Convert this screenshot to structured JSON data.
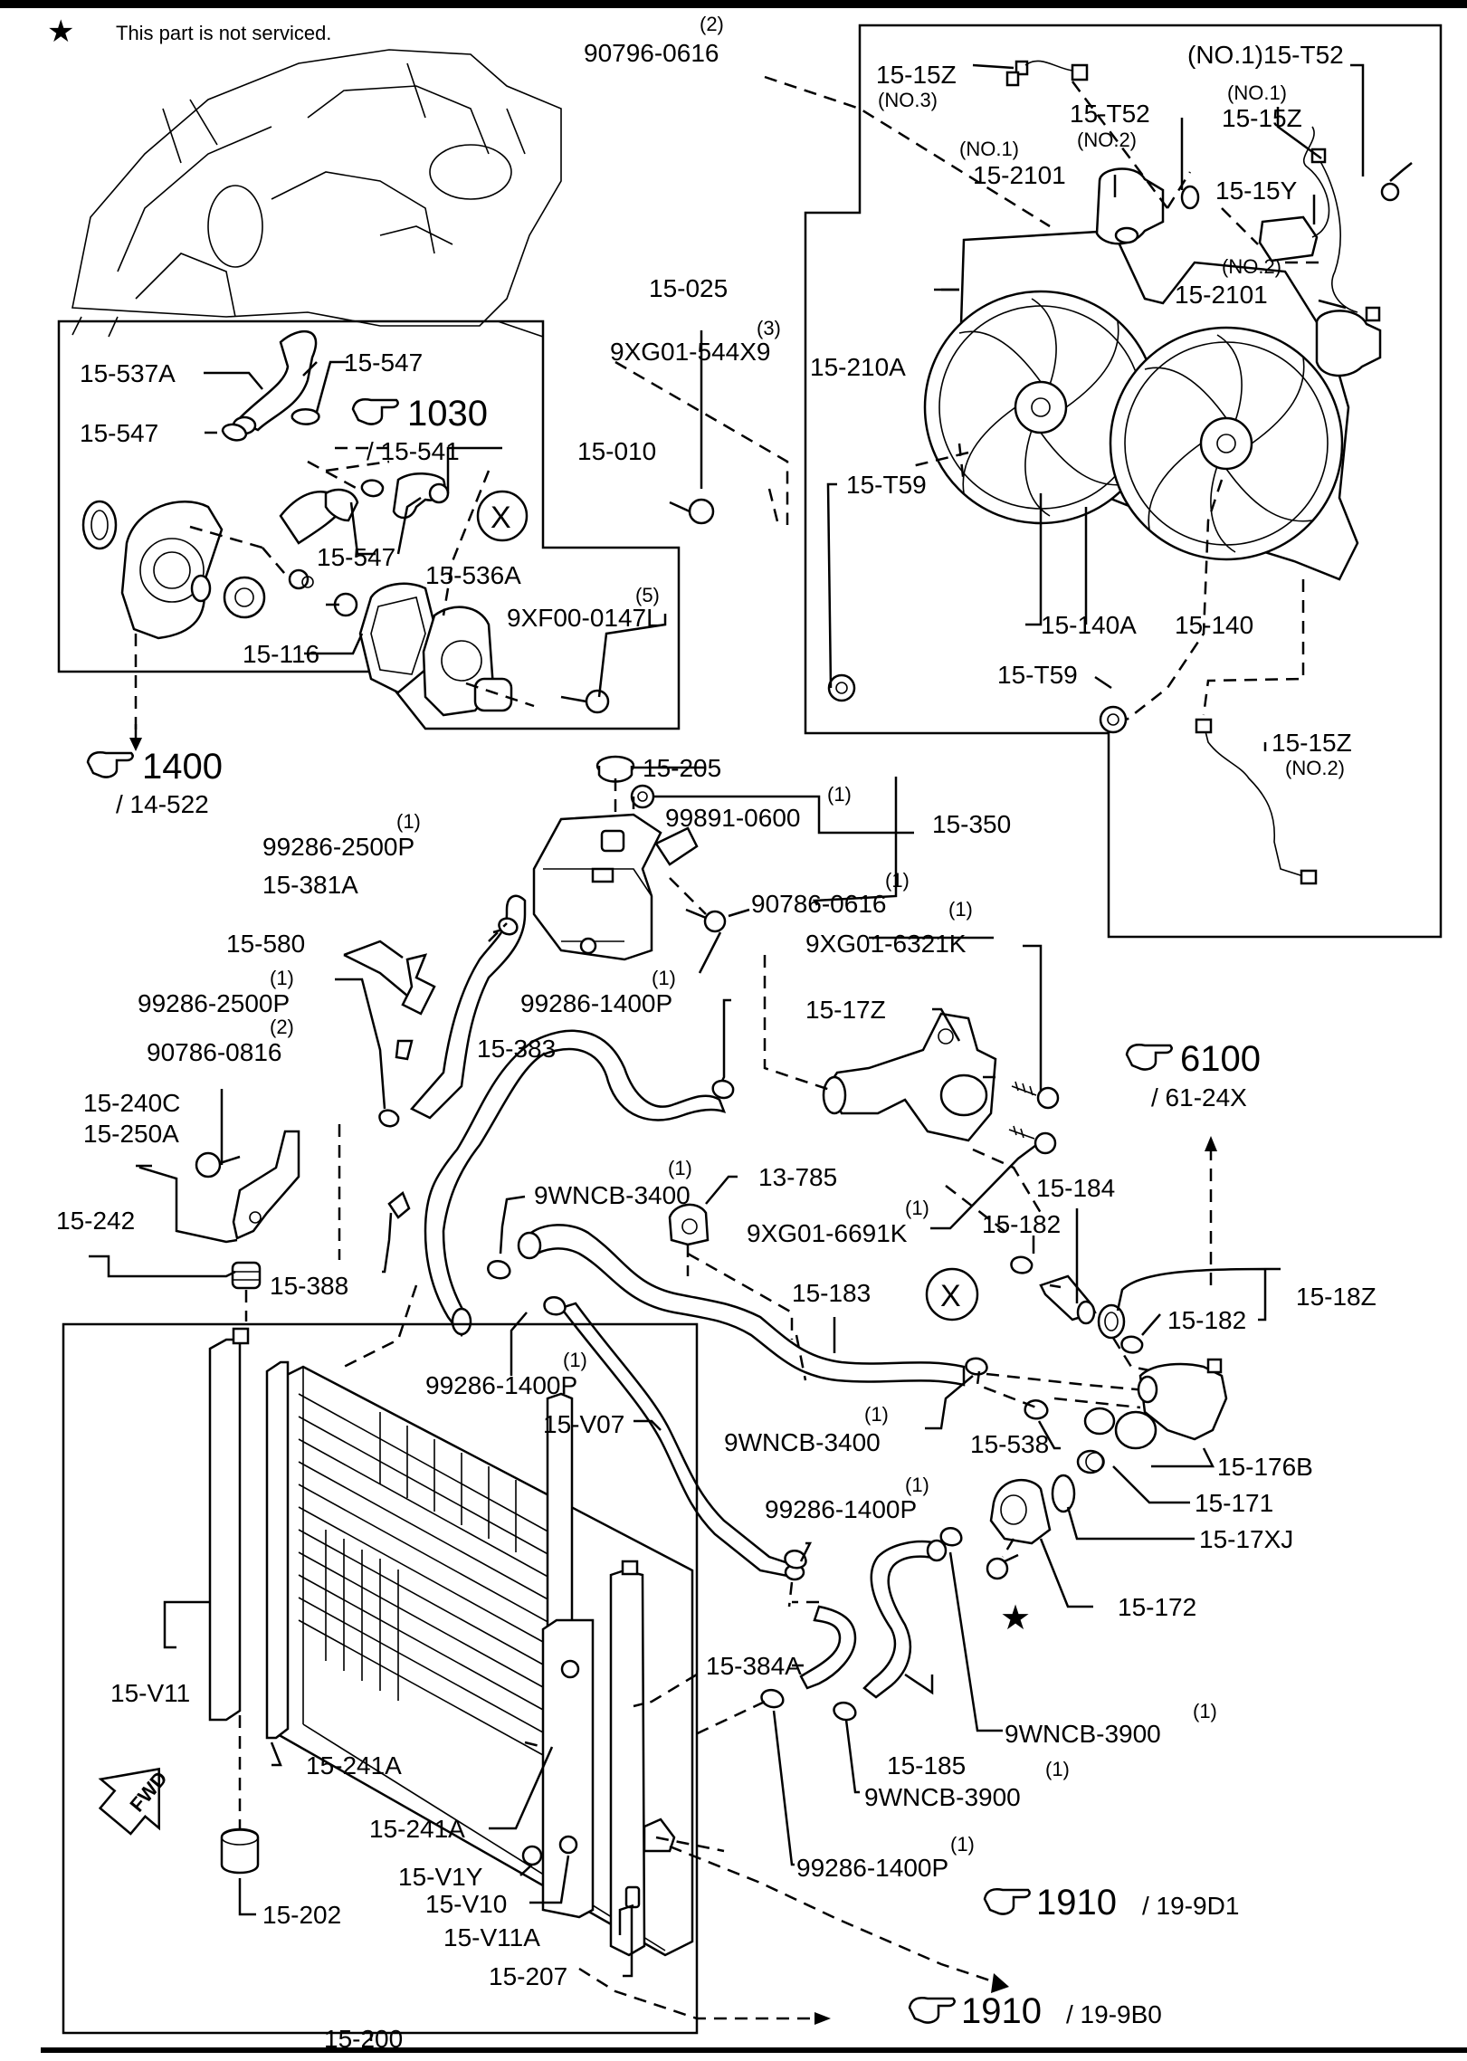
{
  "note": "This part is not serviced.",
  "refs": {
    "r1030": {
      "num": "1030",
      "sub": "/ 15-541"
    },
    "r1400": {
      "num": "1400",
      "sub": "/ 14-522"
    },
    "r6100": {
      "num": "6100",
      "sub": "/ 61-24X"
    },
    "r1910a": {
      "num": "1910",
      "sub": "/ 19-9D1"
    },
    "r1910b": {
      "num": "1910",
      "sub": "/ 19-9B0"
    }
  },
  "marks": {
    "x": "X",
    "fwd": "FWD",
    "star": "★"
  },
  "labels": {
    "l90796q": "(2)",
    "l90796": "90796-0616",
    "l15Zn3": "15-15Z",
    "l15Zn3b": "(NO.3)",
    "lT52a": "(NO.1)15-T52",
    "l15Zn1a": "(NO.1)",
    "l15Zn1": "15-15Z",
    "lT52b": "15-T52",
    "lT52bb": "(NO.2)",
    "l2101a1": "(NO.1)",
    "l2101a": "15-2101",
    "l15Y": "15-15Y",
    "l2101b1": "(NO.2)",
    "l2101b": "15-2101",
    "l025": "15-025",
    "l210A": "15-210A",
    "lT59a": "15-T59",
    "l140A": "15-140A",
    "l140": "15-140",
    "lT59b": "15-T59",
    "l15Zn2": "15-15Z",
    "l15Zn2b": "(NO.2)",
    "l9XG544q": "(3)",
    "l9XG544": "9XG01-544X9",
    "l537A": "15-537A",
    "l547a": "15-547",
    "l547b": "15-547",
    "l547c": "15-547",
    "l010": "15-010",
    "l536A": "15-536A",
    "l9XF0147q": "(5)",
    "l9XF0147": "9XF00-0147L",
    "l116": "15-116",
    "l205": "15-205",
    "l99891q": "(1)",
    "l99891": "99891-0600",
    "l350": "15-350",
    "l2500aq": "(1)",
    "l2500a": "99286-2500P",
    "l381A": "15-381A",
    "l90786aq": "(1)",
    "l90786a": "90786-0616",
    "l6321q": "(1)",
    "l6321": "9XG01-6321K",
    "l580": "15-580",
    "l2500bq": "(1)",
    "l2500b": "99286-2500P",
    "l1400aq": "(1)",
    "l1400a": "99286-1400P",
    "l90786bq": "(2)",
    "l90786b": "90786-0816",
    "l17Z": "15-17Z",
    "l383": "15-383",
    "l240C": "15-240C",
    "l250A": "15-250A",
    "l242": "15-242",
    "l3400aq": "(1)",
    "l3400a": "9WNCB-3400",
    "l13785": "13-785",
    "l6691q": "(1)",
    "l6691": "9XG01-6691K",
    "l184": "15-184",
    "l182a": "15-182",
    "l388": "15-388",
    "l183": "15-183",
    "l18Z": "15-18Z",
    "l182b": "15-182",
    "l1400bq": "(1)",
    "l1400b": "99286-1400P",
    "lV07": "15-V07",
    "l3400bq": "(1)",
    "l3400b": "9WNCB-3400",
    "l538": "15-538",
    "l176B": "15-176B",
    "l171": "15-171",
    "l1400cq": "(1)",
    "l1400c": "99286-1400P",
    "l17XJ": "15-17XJ",
    "l172": "15-172",
    "lV11": "15-V11",
    "l384A": "15-384A",
    "l3900aq": "(1)",
    "l3900a": "9WNCB-3900",
    "l241Aa": "15-241A",
    "l185": "15-185",
    "l3900bq": "(1)",
    "l3900b": "9WNCB-3900",
    "l241Ab": "15-241A",
    "l1400dq": "(1)",
    "l1400d": "99286-1400P",
    "lV1Y": "15-V1Y",
    "lV10": "15-V10",
    "lV11A": "15-V11A",
    "l202": "15-202",
    "l207": "15-207",
    "l200": "15-200"
  }
}
